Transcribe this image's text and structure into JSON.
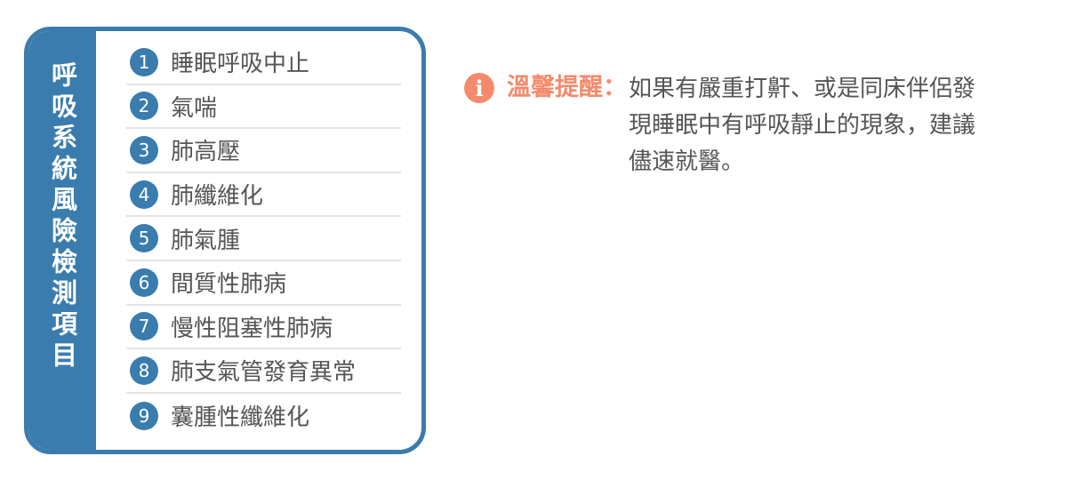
{
  "panel": {
    "title": "呼吸系統風險檢測項目",
    "items": [
      {
        "num": "1",
        "label": "睡眠呼吸中止"
      },
      {
        "num": "2",
        "label": "氣喘"
      },
      {
        "num": "3",
        "label": "肺高壓"
      },
      {
        "num": "4",
        "label": "肺纖維化"
      },
      {
        "num": "5",
        "label": "肺氣腫"
      },
      {
        "num": "6",
        "label": "間質性肺病"
      },
      {
        "num": "7",
        "label": "慢性阻塞性肺病"
      },
      {
        "num": "8",
        "label": "肺支氣管發育異常"
      },
      {
        "num": "9",
        "label": "囊腫性纖維化"
      }
    ]
  },
  "note": {
    "icon": "info-icon",
    "icon_glyph": "i",
    "title": "溫馨提醒：",
    "lines": [
      "如果有嚴重打鼾、或是同床伴侶發",
      "現睡眠中有呼吸靜止的現象，建議",
      "儘速就醫。"
    ]
  },
  "colors": {
    "primary": "#3a7cae",
    "accent": "#f48a6c",
    "text": "#555555"
  }
}
